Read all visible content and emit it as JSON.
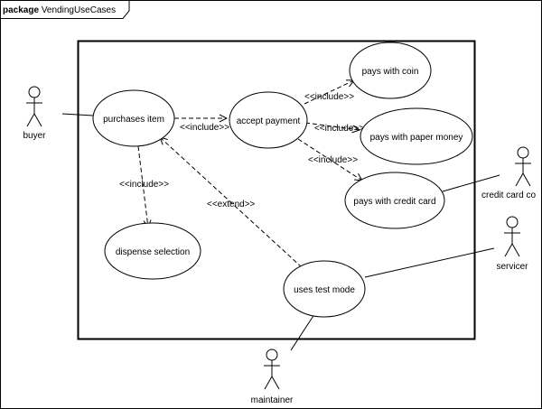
{
  "package": {
    "keyword": "package",
    "name": "VendingUseCases"
  },
  "actors": {
    "buyer": "buyer",
    "credit_card_company": "credit card co",
    "servicer": "servicer",
    "maintainer": "maintainer"
  },
  "use_cases": {
    "purchases_item": "purchases item",
    "accept_payment": "accept payment",
    "pays_with_coin": "pays with coin",
    "pays_with_paper_money": "pays with paper money",
    "pays_with_credit_card": "pays with credit card",
    "dispense_selection": "dispense selection",
    "uses_test_mode": "uses test mode"
  },
  "relations": {
    "include_1": "<<include>>",
    "include_2": "<<include>>",
    "include_3": "<<include>>",
    "include_4": "<<include>>",
    "include_5": "<<include>>",
    "extend_1": "<<extend>>"
  }
}
